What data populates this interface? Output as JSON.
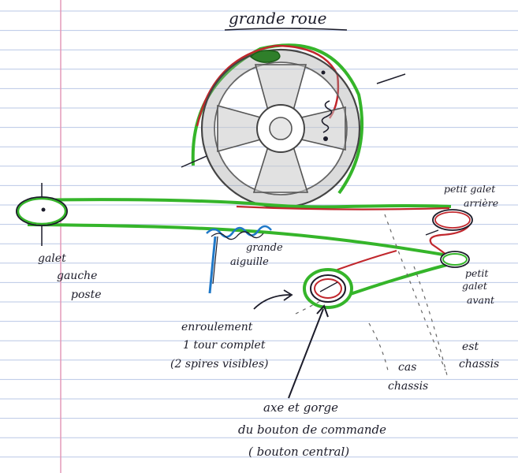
{
  "title": "grande roue",
  "labels": {
    "galet_gauche": [
      "galet",
      "gauche",
      "poste"
    ],
    "grande_aiguille": [
      "grande",
      "aiguille"
    ],
    "petit_galet_arriere": [
      "petit galet",
      "arrière"
    ],
    "petit_galet_avant": [
      "petit",
      "galet",
      "avant"
    ],
    "enroulement": [
      "enroulement",
      "1 tour complet",
      "(2 spires visibles)"
    ],
    "axe": [
      "axe et gorge",
      "du bouton de commande",
      "( bouton central)"
    ],
    "cas_chassis": [
      "cas",
      "chassis"
    ],
    "est_chassis": [
      "est",
      "chassis"
    ]
  },
  "colors": {
    "paper": "#ffffff",
    "rule_line": "#b9c7e6",
    "margin_line": "#e39ab8",
    "ink": "#1c1c2a",
    "string_green": "#35b52a",
    "string_red": "#c1272d",
    "needle_blue": "#1f78c8",
    "wheel_gray": "#9a9a9a"
  }
}
